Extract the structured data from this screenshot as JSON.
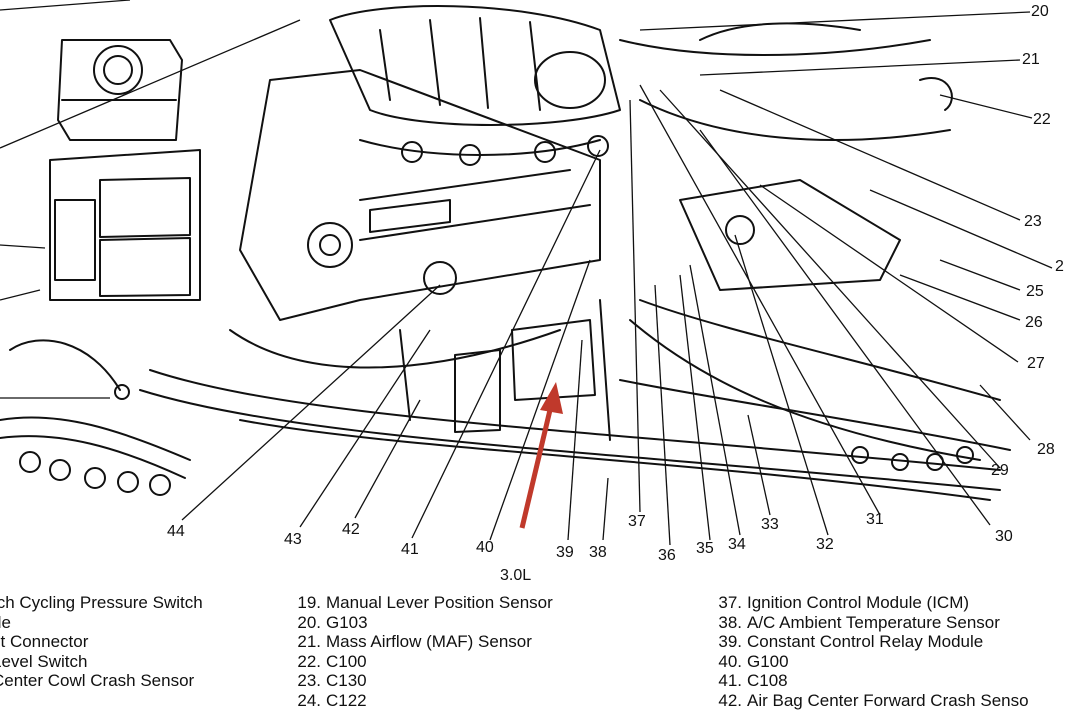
{
  "diagram": {
    "engine_label": "3.0L",
    "accent_color": "#c0392b",
    "callouts": [
      "20",
      "21",
      "22",
      "23",
      "2",
      "25",
      "26",
      "27",
      "28",
      "29",
      "30",
      "31",
      "32",
      "33",
      "34",
      "35",
      "36",
      "37",
      "38",
      "39",
      "40",
      "41",
      "42",
      "43",
      "44"
    ],
    "legend": {
      "left": [
        {
          "text": "tch Cycling Pressure Switch"
        },
        {
          "text": "de"
        },
        {
          "text": "st Connector"
        },
        {
          "text": "Level Switch"
        },
        {
          "text": "Center Cowl Crash Sensor"
        }
      ],
      "middle": [
        {
          "num": "19.",
          "text": "Manual Lever Position Sensor"
        },
        {
          "num": "20.",
          "text": "G103"
        },
        {
          "num": "21.",
          "text": "Mass Airflow (MAF) Sensor"
        },
        {
          "num": "22.",
          "text": "C100"
        },
        {
          "num": "23.",
          "text": "C130"
        },
        {
          "num": "24.",
          "text": "C122"
        }
      ],
      "right": [
        {
          "num": "37.",
          "text": "Ignition Control Module (ICM)"
        },
        {
          "num": "38.",
          "text": "A/C Ambient Temperature Sensor"
        },
        {
          "num": "39.",
          "text": "Constant Control Relay Module"
        },
        {
          "num": "40.",
          "text": "G100"
        },
        {
          "num": "41.",
          "text": "C108"
        },
        {
          "num": "42.",
          "text": "Air Bag Center Forward Crash Senso"
        }
      ]
    }
  }
}
